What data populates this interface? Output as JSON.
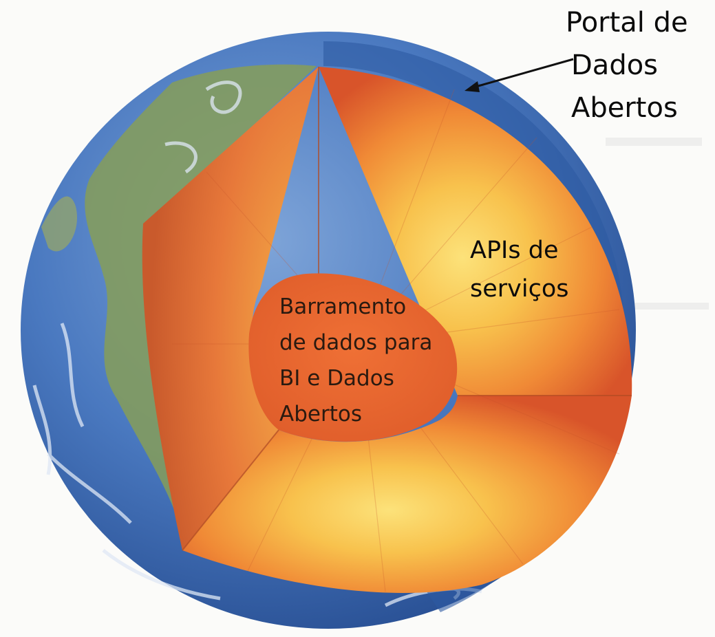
{
  "outer_label": {
    "line1": "Portal de",
    "line2": "Dados",
    "line3": "Abertos"
  },
  "middle_label": {
    "line1": "APIs de",
    "line2": "serviços"
  },
  "core_label": {
    "line1": "Barramento",
    "line2": "de dados para",
    "line3": "BI e Dados",
    "line4": "Abertos"
  },
  "colors": {
    "ocean": "#3f6fb8",
    "land": "#7f9a55",
    "mantle_outer": "#e8692e",
    "mantle_inner": "#f8d65a",
    "core": "#e8652f",
    "text": "#0b0b0b"
  }
}
